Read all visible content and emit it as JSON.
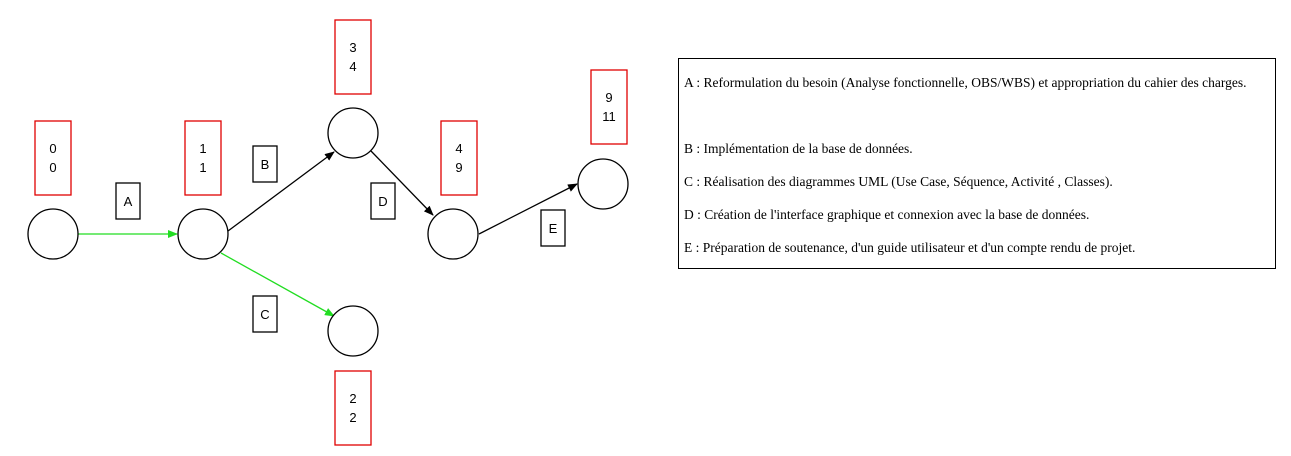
{
  "nodes": [
    {
      "id": "n1",
      "early": "0",
      "late": "0"
    },
    {
      "id": "n2",
      "early": "1",
      "late": "1"
    },
    {
      "id": "n3",
      "early": "3",
      "late": "4"
    },
    {
      "id": "n4",
      "early": "4",
      "late": "9"
    },
    {
      "id": "n5",
      "early": "9",
      "late": "11"
    },
    {
      "id": "n6",
      "early": "2",
      "late": "2"
    }
  ],
  "tasks": [
    {
      "label": "A",
      "from": "n1",
      "to": "n2",
      "critical": true
    },
    {
      "label": "B",
      "from": "n2",
      "to": "n3",
      "critical": false
    },
    {
      "label": "C",
      "from": "n2",
      "to": "n6",
      "critical": true
    },
    {
      "label": "D",
      "from": "n3",
      "to": "n4",
      "critical": false
    },
    {
      "label": "E",
      "from": "n4",
      "to": "n5",
      "critical": false
    }
  ],
  "colors": {
    "critical": "#22dd22",
    "normal": "#000000",
    "date_box": "#e00000"
  },
  "legend": {
    "items": [
      "A : Reformulation du besoin (Analyse fonctionnelle, OBS/WBS) et appropriation du cahier des charges.",
      "B : Implémentation de la base de données.",
      "C : Réalisation des diagrammes UML (Use Case, Séquence, Activité , Classes).",
      "D : Création de l'interface graphique et connexion avec la base de données.",
      "E : Préparation de soutenance, d'un guide utilisateur et d'un compte rendu de projet."
    ]
  }
}
